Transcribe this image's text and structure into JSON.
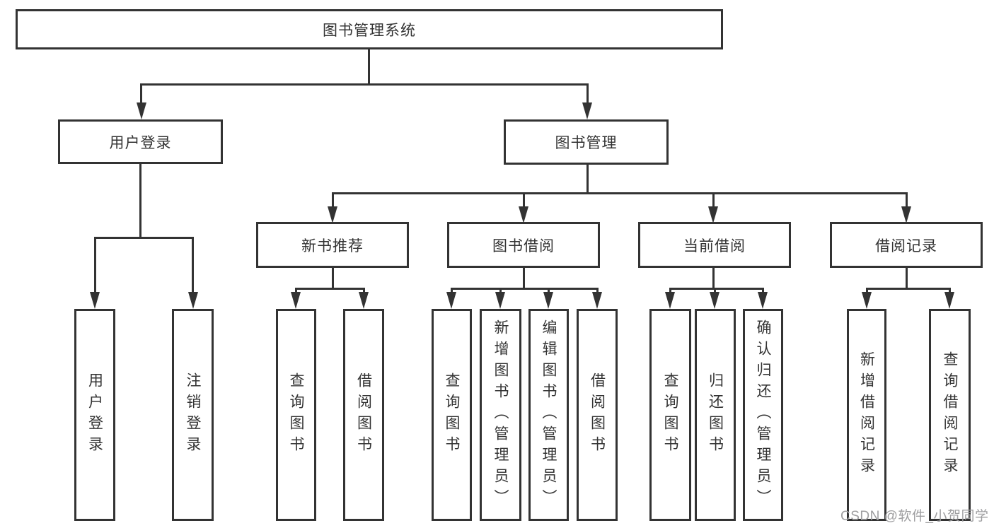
{
  "diagram": {
    "root": {
      "label": "图书管理系统"
    },
    "level2": {
      "user_login": {
        "label": "用户登录"
      },
      "book_mgmt": {
        "label": "图书管理"
      }
    },
    "level3": {
      "new_book": {
        "label": "新书推荐"
      },
      "borrow": {
        "label": "图书借阅"
      },
      "current": {
        "label": "当前借阅"
      },
      "history": {
        "label": "借阅记录"
      }
    },
    "leaves": {
      "user_login_leaf": {
        "label": "用户登录"
      },
      "logout": {
        "label": "注销登录"
      },
      "nb_query": {
        "label": "查询图书"
      },
      "nb_borrow": {
        "label": "借阅图书"
      },
      "bw_query": {
        "label": "查询图书"
      },
      "bw_add": {
        "label": "新增图书（管理员）"
      },
      "bw_edit": {
        "label": "编辑图书（管理员）"
      },
      "bw_borrow": {
        "label": "借阅图书"
      },
      "cur_query": {
        "label": "查询图书"
      },
      "cur_return": {
        "label": "归还图书"
      },
      "cur_confirm": {
        "label": "确认归还（管理员）"
      },
      "hist_add": {
        "label": "新增借阅记录"
      },
      "hist_query": {
        "label": "查询借阅记录"
      }
    }
  },
  "watermark": {
    "text": "CSDN @软件_小贺同学"
  },
  "colors": {
    "line": "#333333",
    "text": "#333333",
    "watermark": "#9e9ea0",
    "background": "#ffffff"
  }
}
